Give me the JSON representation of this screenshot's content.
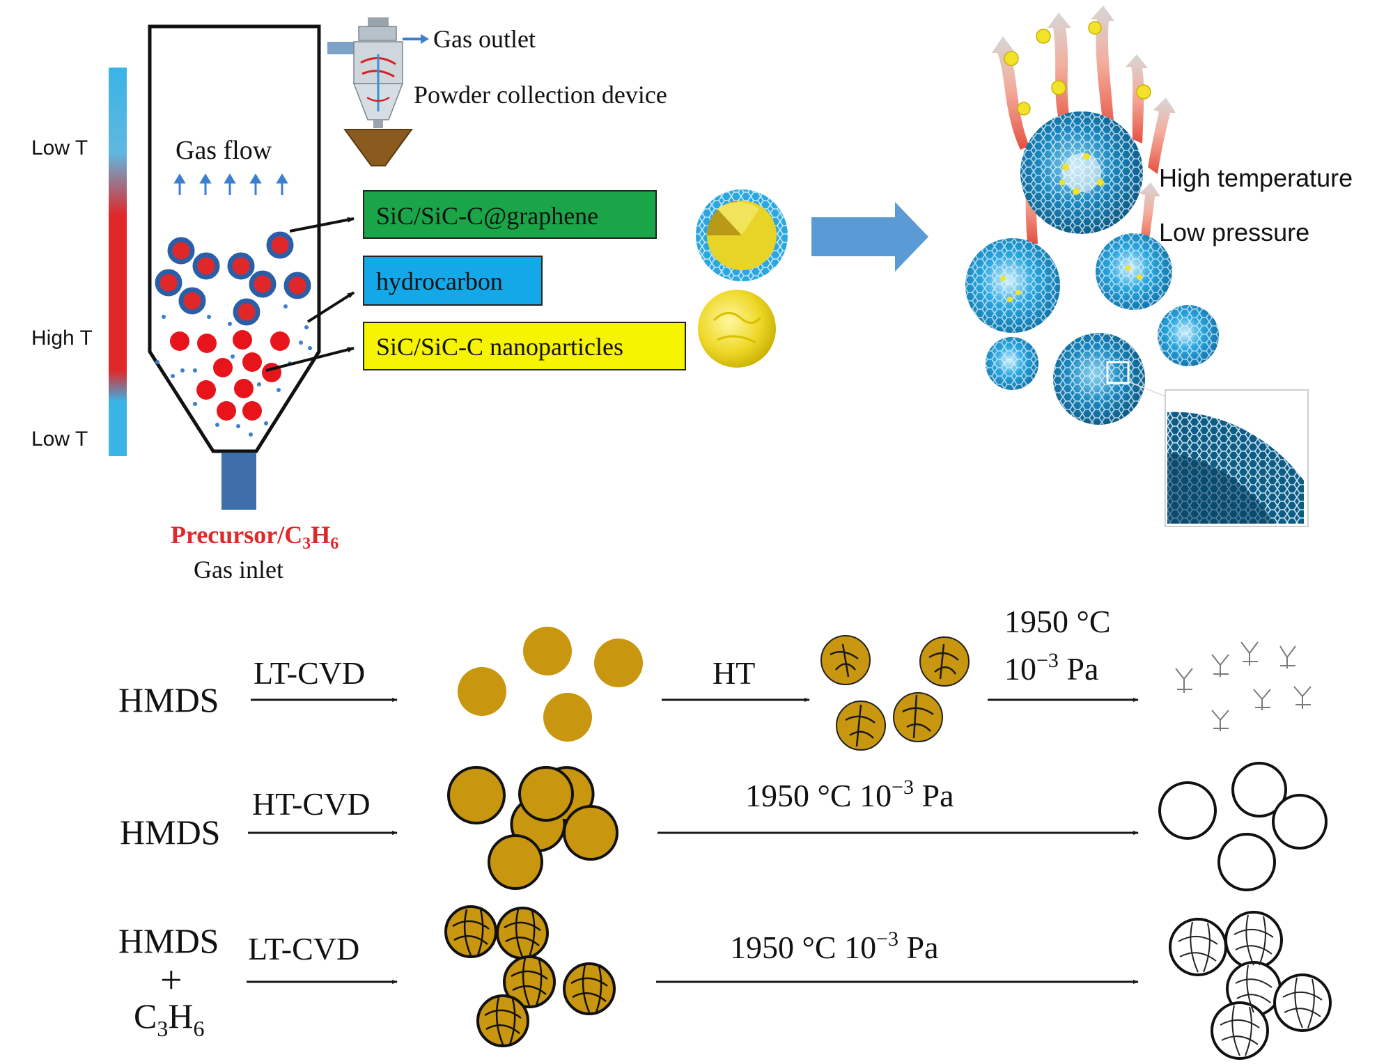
{
  "reactor": {
    "temp_labels": {
      "low_top": "Low T",
      "high": "High T",
      "low_bottom": "Low T"
    },
    "gas_outlet": "Gas outlet",
    "powder_collection": "Powder collection device",
    "gas_flow": "Gas flow",
    "precursor": {
      "main": "Precursor/C",
      "sub1": "3",
      "mid": "H",
      "sub2": "6"
    },
    "gas_inlet": "Gas inlet",
    "colors": {
      "cold": "#3ab3e6",
      "hot": "#e0282a",
      "body": "#111111",
      "inlet": "#3f6fa8"
    }
  },
  "legend": {
    "graphene": {
      "label": "SiC/SiC-C@graphene",
      "color": "#1aa548"
    },
    "hydrocarbon": {
      "label": "hydrocarbon",
      "color": "#13a9e8"
    },
    "nanoparticles": {
      "label": "SiC/SiC-C nanoparticles",
      "color": "#f7f400"
    }
  },
  "conditions": {
    "temperature": "High temperature",
    "pressure": "Low pressure"
  },
  "process_rows": [
    {
      "reactants": [
        "HMDS"
      ],
      "step1": "LT-CVD",
      "step2": "HT",
      "final_condition": {
        "temp": "1950 °C",
        "pressure_prefix": "10",
        "pressure_exp": "−3",
        "pressure_unit": " Pa"
      }
    },
    {
      "reactants": [
        "HMDS"
      ],
      "step1": "HT-CVD",
      "final_condition": {
        "text_prefix": "1950 °C 10",
        "exp": "−3",
        "unit": " Pa"
      }
    },
    {
      "reactants": {
        "top": "HMDS",
        "plus": "+",
        "bottom_main": "C",
        "bottom_sub1": "3",
        "bottom_mid": "H",
        "bottom_sub2": "6"
      },
      "step1": "LT-CVD",
      "final_condition": {
        "text_prefix": "1950 °C 10",
        "exp": "−3",
        "unit": " Pa"
      }
    }
  ],
  "colors": {
    "particle_gold": "#c8960f",
    "arrow_blue": "#5b9bd5",
    "graphene_blue": "#1e8fc6"
  }
}
